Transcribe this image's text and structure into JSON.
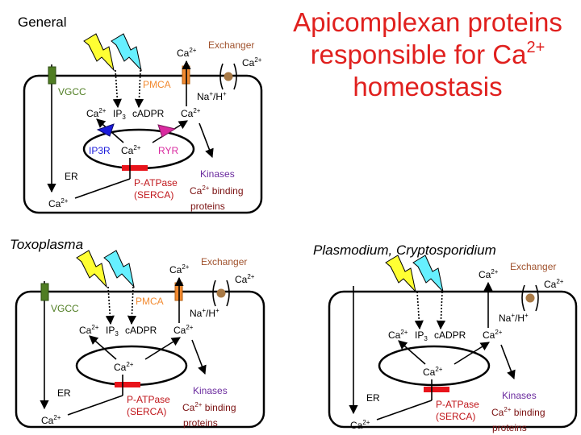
{
  "slide": {
    "title_main": "Apicomplexan proteins responsible for Ca",
    "title_sup": "2+",
    "title_end": "homeostasis"
  },
  "labels": {
    "ca": "Ca",
    "sup2": "2+",
    "ip3": "IP",
    "ip3_sub": "3",
    "cadpr": "cADPR",
    "exchanger": "Exchanger",
    "na": "Na",
    "plus": "+",
    "h_part": "/H",
    "er": "ER",
    "vgcc": "VGCC",
    "pmca": "PMCA",
    "ip3r": "IP3R",
    "ryr": "RYR",
    "patpase": "P-ATPase",
    "serca": "(SERCA)",
    "kinases": "Kinases",
    "binding": " binding",
    "proteins": "proteins"
  },
  "panels": [
    {
      "id": "general",
      "name": "General",
      "italic": false,
      "vgcc": true,
      "pmca": true,
      "channels": true
    },
    {
      "id": "toxoplasma",
      "name": "Toxoplasma",
      "italic": true,
      "vgcc": true,
      "pmca": true,
      "channels": false
    },
    {
      "id": "plasmodium",
      "name": "Plasmodium, Cryptosporidium",
      "italic": true,
      "vgcc": false,
      "pmca": false,
      "channels": false
    }
  ],
  "colors": {
    "title": "#e0201e",
    "label_red": "#c0161b",
    "serca_bar": "#e8141b",
    "vgcc": "#4f7d22",
    "pmca": "#f28a30",
    "exchanger_text": "#a0522d",
    "exchanger_dot": "#a87945",
    "ip3r": "#1a1adb",
    "ryr": "#d92aa0",
    "kinases": "#6a2a9e",
    "binding": "#7a1010",
    "bolt_yellow": "#ffff33",
    "bolt_cyan": "#66f0ff"
  }
}
